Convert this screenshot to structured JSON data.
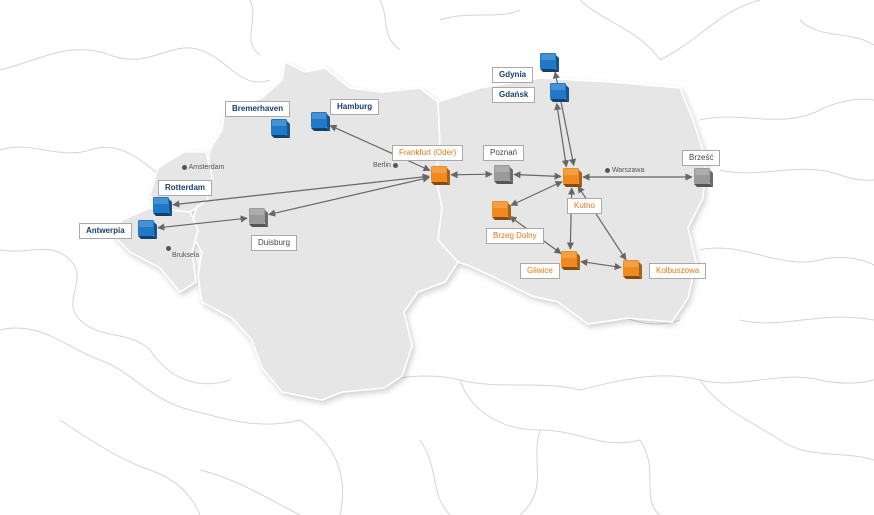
{
  "colors": {
    "blue": "#1f78c8",
    "orange": "#f08a1e",
    "gray": "#9a9a9a",
    "highlight_land": "#e6e6e6",
    "border_lines": "#d4d4d4",
    "route_line": "#666666"
  },
  "terminals": [
    {
      "id": "gdynia",
      "label": "Gdynia",
      "type": "blue"
    },
    {
      "id": "gdansk",
      "label": "Gdańsk",
      "type": "blue"
    },
    {
      "id": "hamburg",
      "label": "Hamburg",
      "type": "blue"
    },
    {
      "id": "bremerhaven",
      "label": "Bremerhaven",
      "type": "blue"
    },
    {
      "id": "rotterdam",
      "label": "Rotterdam",
      "type": "blue"
    },
    {
      "id": "antwerpia",
      "label": "Antwerpia",
      "type": "blue"
    },
    {
      "id": "frankfurt",
      "label": "Frankfurt (Oder)",
      "type": "orange"
    },
    {
      "id": "kutno",
      "label": "Kutno",
      "type": "orange"
    },
    {
      "id": "brzeg",
      "label": "Brzeg Dolny",
      "type": "orange"
    },
    {
      "id": "gliwice",
      "label": "Gliwice",
      "type": "orange"
    },
    {
      "id": "kolbuszowa",
      "label": "Kolbuszowa",
      "type": "orange"
    },
    {
      "id": "poznan",
      "label": "Poznań",
      "type": "gray"
    },
    {
      "id": "duisburg",
      "label": "Duisburg",
      "type": "gray"
    },
    {
      "id": "brzesc",
      "label": "Brześć",
      "type": "gray"
    }
  ],
  "cities": [
    {
      "id": "amsterdam",
      "label": "Amsterdam"
    },
    {
      "id": "bruksela",
      "label": "Bruksela"
    },
    {
      "id": "berlin",
      "label": "Berlin"
    },
    {
      "id": "warszawa",
      "label": "Warszawa"
    }
  ],
  "routes": [
    [
      "hamburg",
      "frankfurt"
    ],
    [
      "rotterdam",
      "frankfurt"
    ],
    [
      "duisburg",
      "frankfurt"
    ],
    [
      "frankfurt",
      "poznan"
    ],
    [
      "poznan",
      "kutno"
    ],
    [
      "brzesc",
      "kutno"
    ],
    [
      "gdynia",
      "kutno"
    ],
    [
      "gdansk",
      "kutno"
    ],
    [
      "kutno",
      "brzeg"
    ],
    [
      "brzeg",
      "gliwice"
    ],
    [
      "kutno",
      "gliwice"
    ],
    [
      "kutno",
      "kolbuszowa"
    ],
    [
      "gliwice",
      "kolbuszowa"
    ],
    [
      "antwerpia",
      "duisburg"
    ]
  ]
}
